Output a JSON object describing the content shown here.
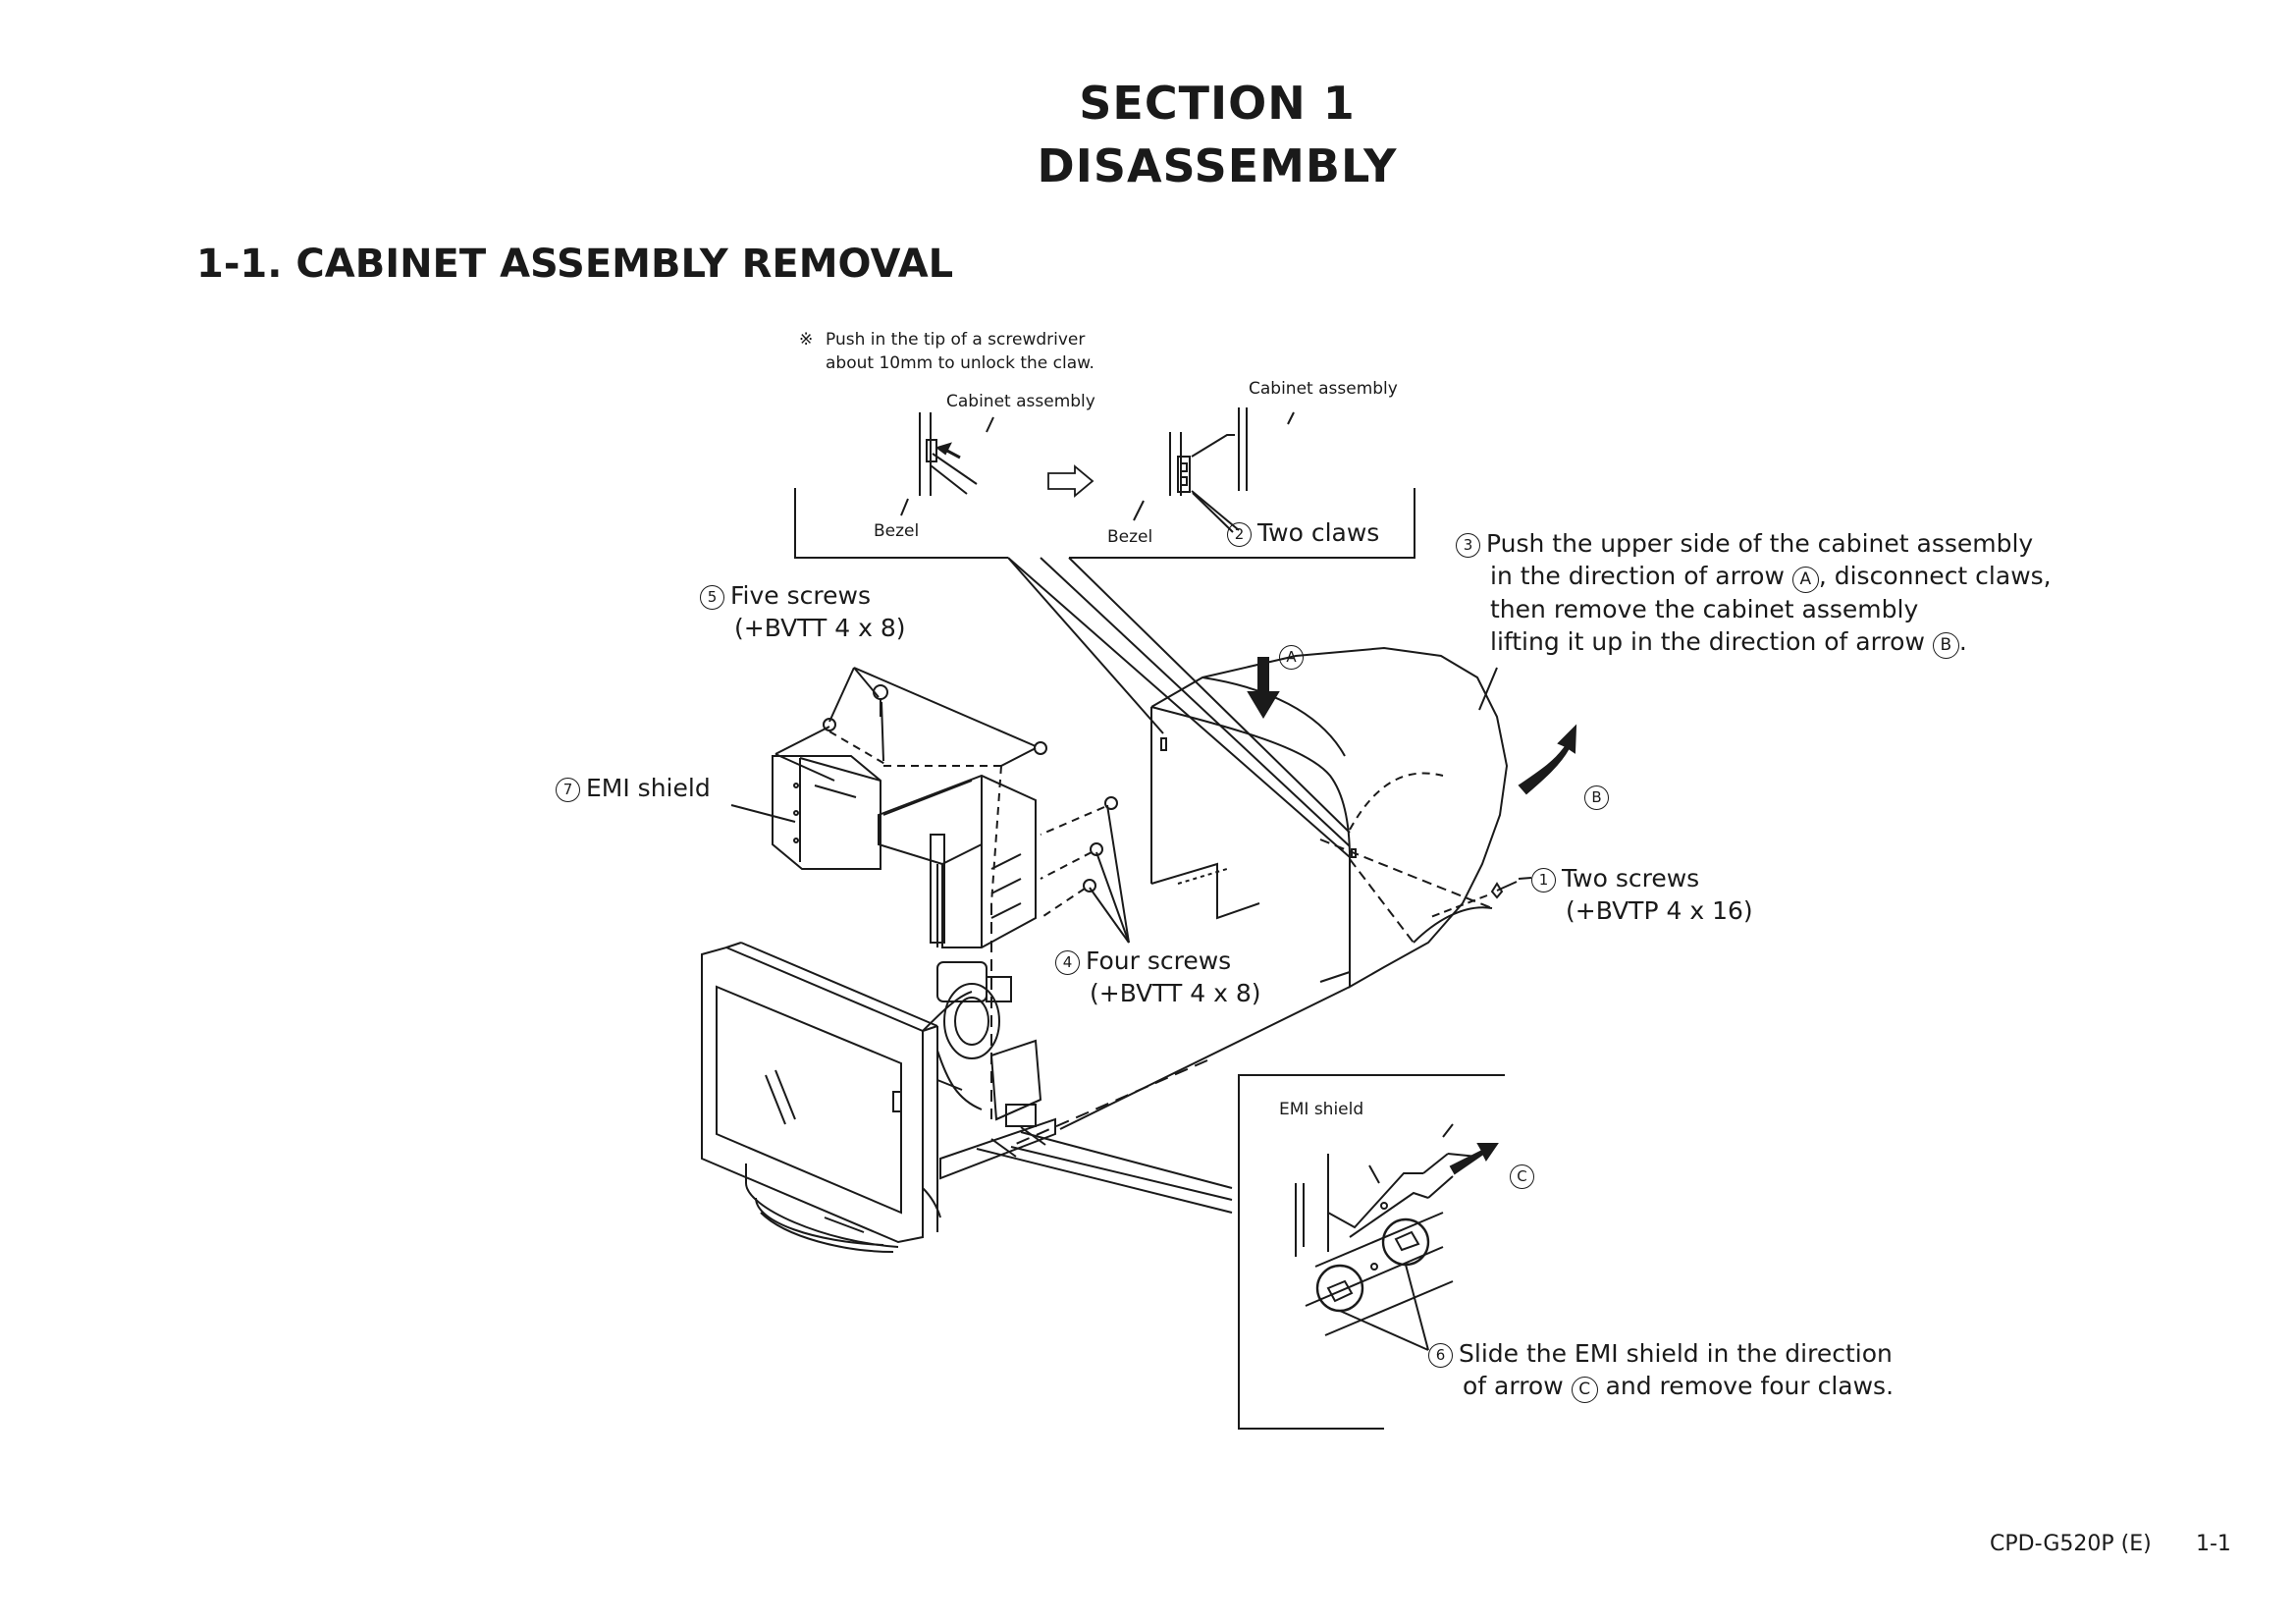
{
  "header": {
    "section": "SECTION  1",
    "title": "DISASSEMBLY"
  },
  "subsection": "1-1.  CABINET ASSEMBLY  REMOVAL",
  "note": {
    "mark": "※",
    "line1": "Push in the tip of a screwdriver",
    "line2": "about 10mm to unlock the claw."
  },
  "inset_top": {
    "cabinet_left": "Cabinet assembly",
    "cabinet_right": "Cabinet assembly",
    "bezel_left": "Bezel",
    "bezel_right": "Bezel"
  },
  "steps": {
    "s1": {
      "num": "1",
      "line1": "Two screws",
      "line2": "(+BVTP 4 x 16)"
    },
    "s2": {
      "num": "2",
      "line1": "Two claws"
    },
    "s3": {
      "num": "3",
      "line1": "Push the upper side of the cabinet assembly",
      "line2a": "in the direction of arrow ",
      "line2b": ", disconnect claws,",
      "line3": "then remove the cabinet assembly",
      "line4a": "lifting it up in the direction of arrow ",
      "line4b": "."
    },
    "s4": {
      "num": "4",
      "line1": "Four screws",
      "line2": "(+BVTT 4 x 8)"
    },
    "s5": {
      "num": "5",
      "line1": "Five screws",
      "line2": "(+BVTT 4 x 8)"
    },
    "s6": {
      "num": "6",
      "line1": "Slide the EMI shield in the direction",
      "line2a": "of arrow ",
      "line2b": " and remove four claws."
    },
    "s7": {
      "num": "7",
      "line1": "EMI shield"
    }
  },
  "inset_bottom": {
    "emi_label": "EMI shield"
  },
  "arrows": {
    "a": "A",
    "b": "B",
    "c": "C"
  },
  "footer": {
    "model": "CPD-G520P (E)",
    "page": "1-1"
  }
}
